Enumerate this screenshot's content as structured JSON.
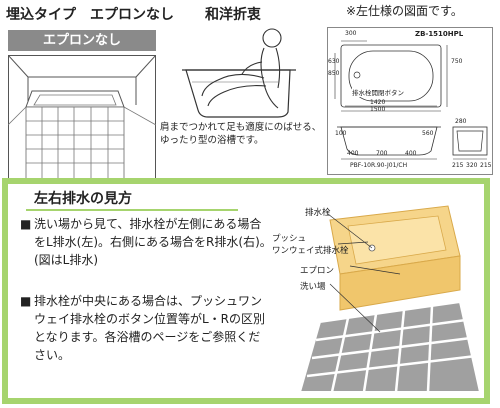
{
  "header": {
    "main_title": "埋込タイプ　エプロンなし",
    "style_title": "和洋折衷",
    "note": "※左仕様の図面です。"
  },
  "apron_panel": {
    "label": "エプロンなし"
  },
  "bath_caption": "肩までつかれて足も適度にのばせる、ゆったり型の浴槽です。",
  "spec": {
    "model": "ZB-1510HPL",
    "button_label": "排水栓開閉ボタン",
    "dims": {
      "d300": "300",
      "d850": "850",
      "d750": "750",
      "d630": "630",
      "d1420": "1420",
      "d1500": "1500",
      "d700": "700",
      "d400a": "400",
      "d400b": "400",
      "d100": "100",
      "d560": "560",
      "d280": "280",
      "d215a": "215",
      "d320": "320",
      "d215b": "215",
      "part_no": "PBF-10R.90-J01/CH"
    }
  },
  "drain_section": {
    "title": "左右排水の見方",
    "bullet": "■",
    "para1": "洗い場から見て、排水栓が左側にある場合をL排水(左)。右側にある場合をR排水(右)。(図はL排水)",
    "para2": "排水栓が中央にある場合は、プッシュワンウェイ排水栓のボタン位置等がL・Rの区別となります。各浴槽のページをご参照ください。",
    "diagram_labels": {
      "drain": "排水栓",
      "push_line1": "プッシュ",
      "push_line2": "ワンウェイ式排水栓",
      "apron": "エプロン",
      "wash": "洗い場"
    }
  },
  "colors": {
    "green_border": "#a6d46e",
    "tub_fill": "#f6d58a",
    "tile_fill": "#9a9a9a",
    "label_bg": "#8a8a8a"
  }
}
